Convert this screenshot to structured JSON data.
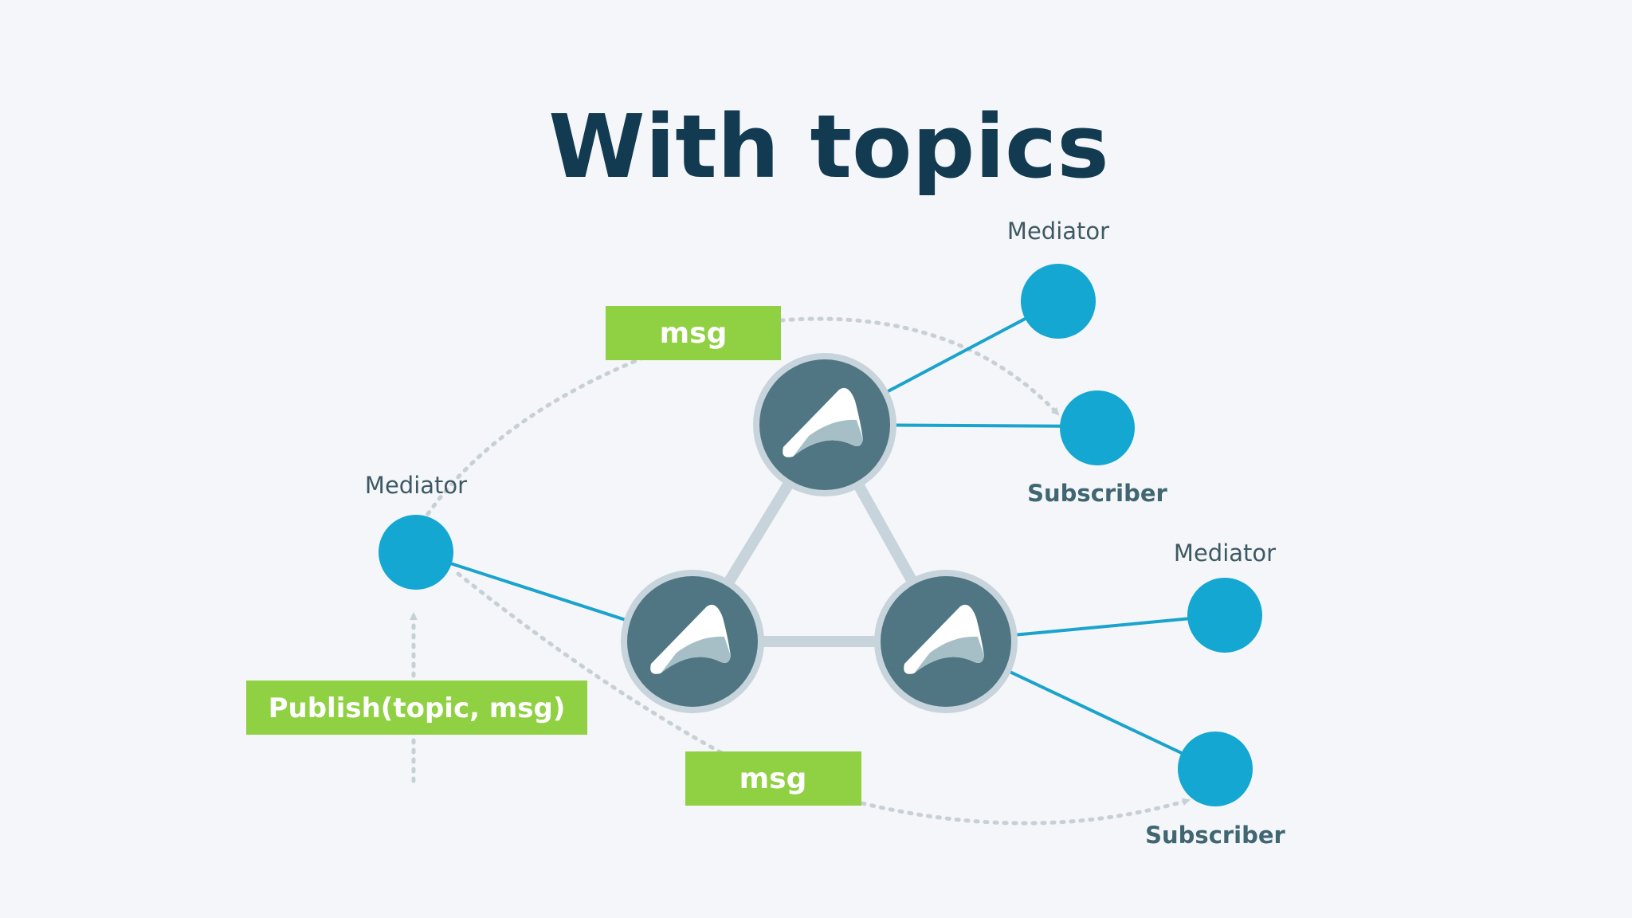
{
  "title": "With topics",
  "labels": {
    "mediator_top": "Mediator",
    "mediator_left": "Mediator",
    "mediator_right": "Mediator",
    "subscriber_top": "Subscriber",
    "subscriber_bottom": "Subscriber"
  },
  "boxes": {
    "msg_top": "msg",
    "msg_bottom": "msg",
    "publish": "Publish(topic, msg)"
  },
  "colors": {
    "background": "#f4f6f9",
    "title": "#123a50",
    "node_blue": "#14a7d1",
    "link_blue": "#1aa3cc",
    "hub_fill": "#4f7682",
    "hub_ring": "#c7d4dc",
    "triangle_edge": "#c7d4dc",
    "label_box": "#8fd142",
    "dotted": "#c7d0d6",
    "mediator_text": "#3e5963",
    "subscriber_text": "#3f6671"
  },
  "icons": {
    "hub": "wing-logo-icon"
  }
}
